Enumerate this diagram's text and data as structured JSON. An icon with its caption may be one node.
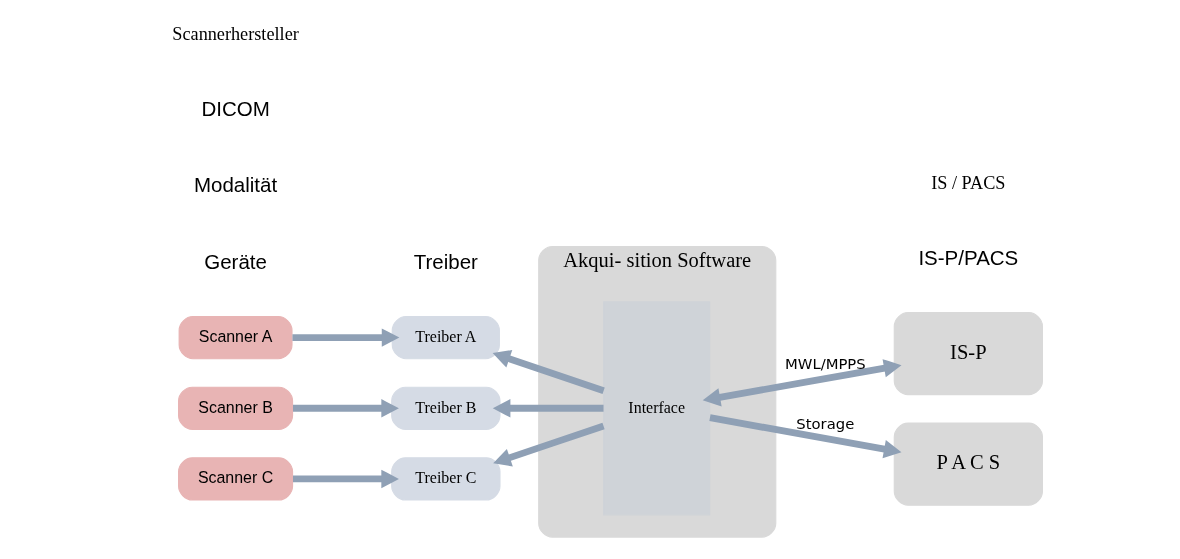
{
  "diagram": {
    "nodes": [
      {
        "text": [
          "Scanner A"
        ]
      },
      {
        "text": [
          "Scanner B"
        ]
      },
      {
        "text": [
          "Scanner C"
        ]
      },
      {
        "text": [
          "Treiber A"
        ]
      },
      {
        "text": [
          "Treiber B"
        ]
      },
      {
        "text": [
          "Treiber C"
        ]
      },
      {
        "text": [
          "Akqui- sition Software"
        ]
      },
      {
        "text": [
          "Interface"
        ],
        "in": 6
      },
      {
        "text": [
          "IS-P"
        ]
      },
      {
        "text": [
          "P A C S"
        ]
      }
    ],
    "edges": [
      {
        "from": 0,
        "to": 3,
        "arrow": "to"
      },
      {
        "from": 1,
        "to": 4,
        "arrow": "to"
      },
      {
        "from": 2,
        "to": 5,
        "arrow": "to"
      },
      {
        "from": 7,
        "to": 3,
        "arrow": "to"
      },
      {
        "from": 7,
        "to": 4,
        "arrow": "to"
      },
      {
        "from": 7,
        "to": 5,
        "arrow": "to"
      },
      {
        "from": 7,
        "to": 8,
        "arrow": "both",
        "label": "MWL/MPPS"
      },
      {
        "from": 7,
        "to": 9,
        "arrow": "to",
        "label": "Storage"
      }
    ],
    "labels": [
      "Geräte",
      "Treiber",
      "Modalität",
      "DICOM",
      "IS-P/PACS",
      "Scannerhersteller",
      "IS / PACS"
    ]
  }
}
